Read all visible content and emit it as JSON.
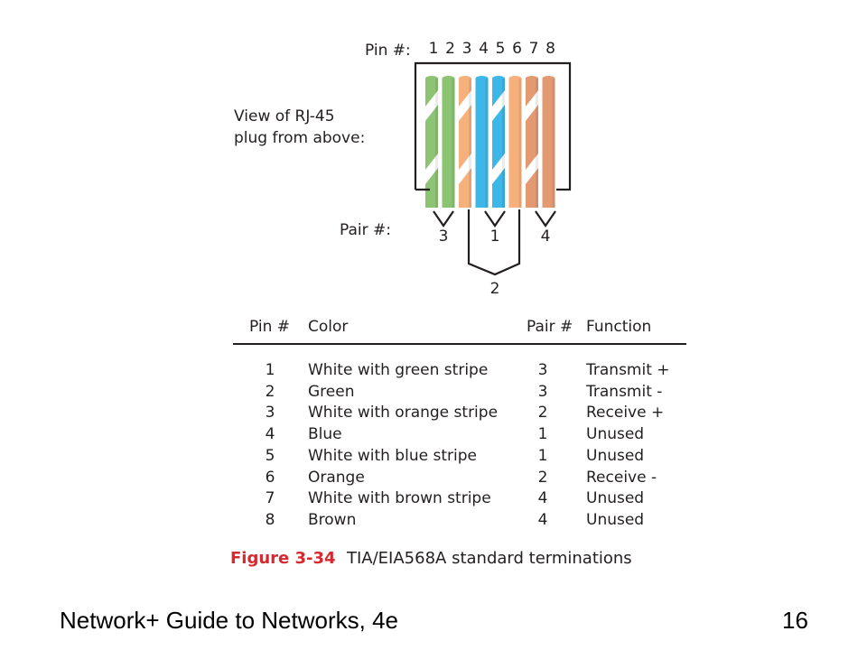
{
  "diagram": {
    "pin_label": "Pin #:",
    "pins": [
      "1",
      "2",
      "3",
      "4",
      "5",
      "6",
      "7",
      "8"
    ],
    "view_label_line1": "View of RJ-45",
    "view_label_line2": "plug from above:",
    "pair_label": "Pair #:",
    "pair_numbers": {
      "pins_1_2": "3",
      "pins_4_5": "1",
      "pins_7_8": "4",
      "pins_3_6": "2"
    },
    "wires": [
      {
        "pin": "1",
        "base": "#8cc474",
        "stripe": "#ffffff",
        "striped": true
      },
      {
        "pin": "2",
        "base": "#8cc474",
        "stripe": "#ffffff",
        "striped": false
      },
      {
        "pin": "3",
        "base": "#f6b07c",
        "stripe": "#ffffff",
        "striped": true
      },
      {
        "pin": "4",
        "base": "#3db6e8",
        "stripe": "#ffffff",
        "striped": false
      },
      {
        "pin": "5",
        "base": "#3db6e8",
        "stripe": "#ffffff",
        "striped": true
      },
      {
        "pin": "6",
        "base": "#f6b07c",
        "stripe": "#ffffff",
        "striped": false
      },
      {
        "pin": "7",
        "base": "#e39a72",
        "stripe": "#ffffff",
        "striped": true
      },
      {
        "pin": "8",
        "base": "#e39a72",
        "stripe": "#ffffff",
        "striped": false
      }
    ]
  },
  "table": {
    "headers": {
      "pin": "Pin #",
      "color": "Color",
      "pair": "Pair #",
      "function": "Function"
    },
    "rows": [
      {
        "pin": "1",
        "color": "White with green stripe",
        "pair": "3",
        "function": "Transmit +"
      },
      {
        "pin": "2",
        "color": "Green",
        "pair": "3",
        "function": "Transmit -"
      },
      {
        "pin": "3",
        "color": "White with orange stripe",
        "pair": "2",
        "function": "Receive +"
      },
      {
        "pin": "4",
        "color": "Blue",
        "pair": "1",
        "function": "Unused"
      },
      {
        "pin": "5",
        "color": "White with blue stripe",
        "pair": "1",
        "function": "Unused"
      },
      {
        "pin": "6",
        "color": "Orange",
        "pair": "2",
        "function": "Receive -"
      },
      {
        "pin": "7",
        "color": "White with brown stripe",
        "pair": "4",
        "function": "Unused"
      },
      {
        "pin": "8",
        "color": "Brown",
        "pair": "4",
        "function": "Unused"
      }
    ]
  },
  "caption": {
    "label": "Figure 3-34",
    "text": "TIA/EIA568A standard terminations",
    "label_color": "#d6282f"
  },
  "footer": {
    "title": "Network+ Guide to Networks, 4e",
    "page": "16"
  }
}
